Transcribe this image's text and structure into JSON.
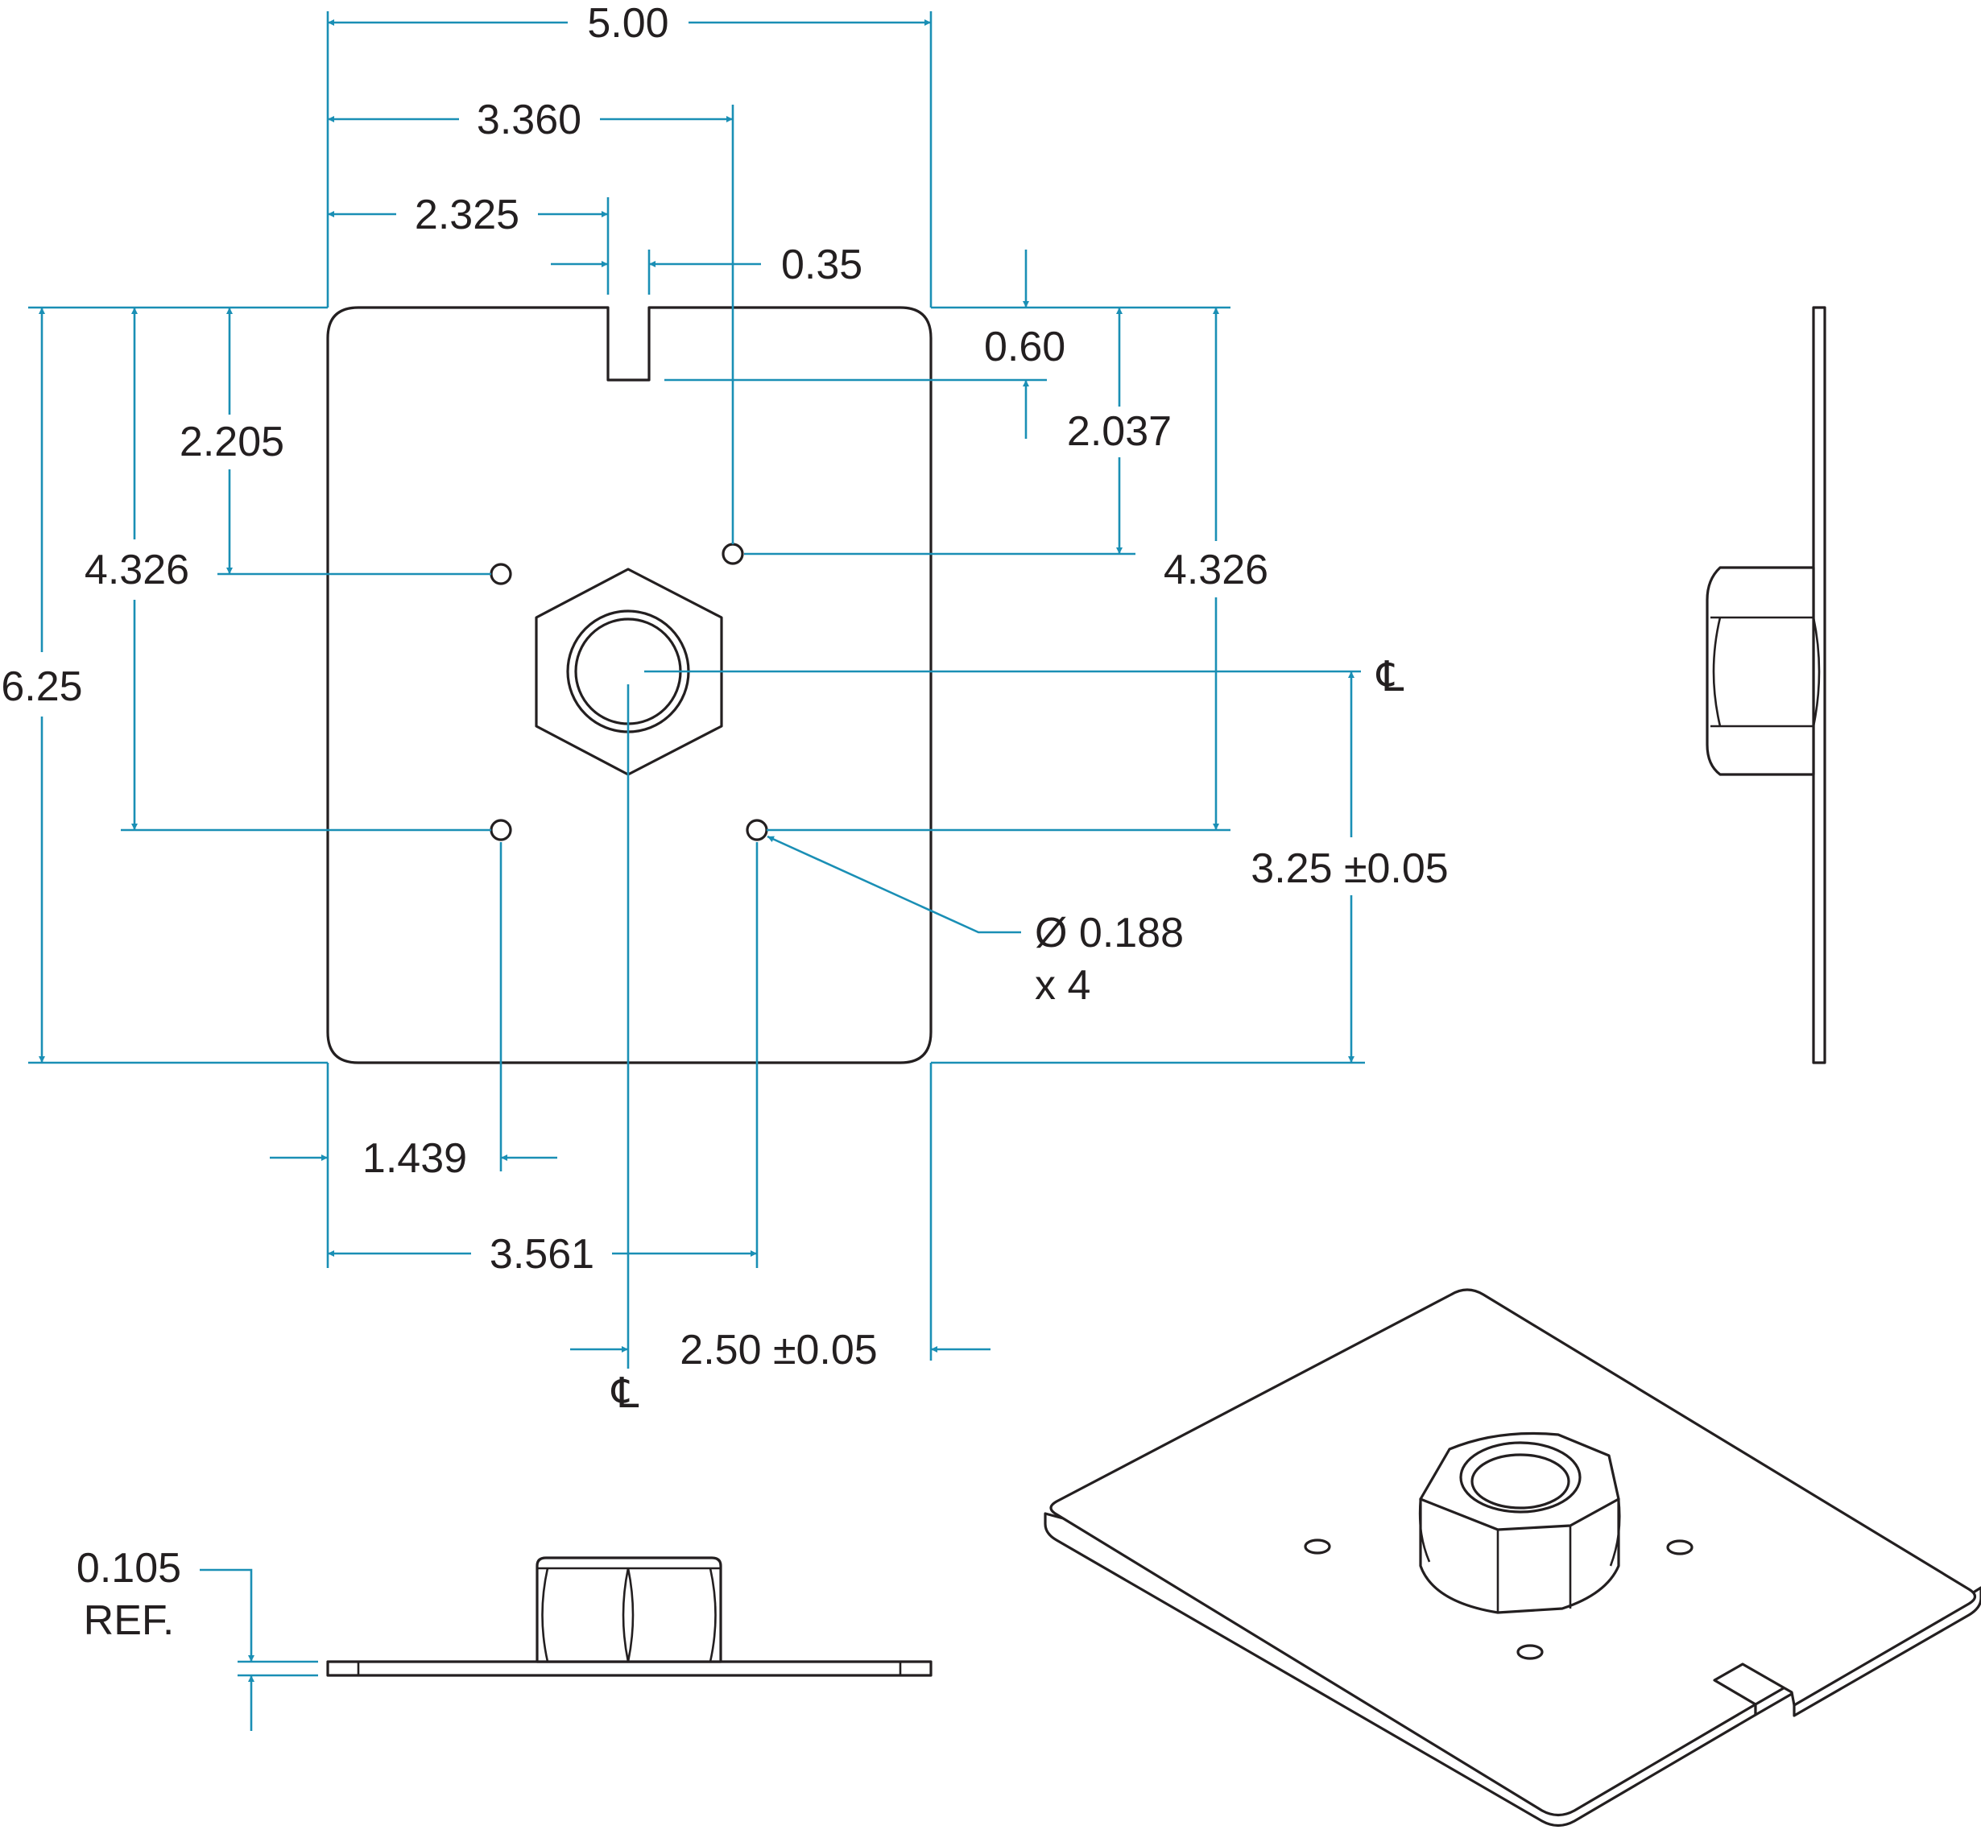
{
  "drawing_title": "Plate with welded nut - dimensioned drawing",
  "colors": {
    "dimension": "#1a8fb5",
    "part_outline": "#231f20",
    "background": "#ffffff"
  },
  "dims": {
    "overall_width": "5.00",
    "hole_upper_right_x": "3.360",
    "slot_x": "2.325",
    "slot_width": "0.35",
    "slot_depth": "0.60",
    "hole_upper_right_y": "2.037",
    "hole_upper_left_y": "2.205",
    "hole_spacing_left": "4.326",
    "hole_spacing_right": "4.326",
    "overall_height": "6.25",
    "centerline_y": "3.25 ±0.05",
    "hole_diameter": "Ø 0.188",
    "hole_count": "x 4",
    "hole_left_x": "1.439",
    "hole_lower_right_x": "3.561",
    "centerline_x": "2.50 ±0.05",
    "thickness": "0.105",
    "thickness_ref": "REF."
  },
  "centerline_symbol": "℄"
}
